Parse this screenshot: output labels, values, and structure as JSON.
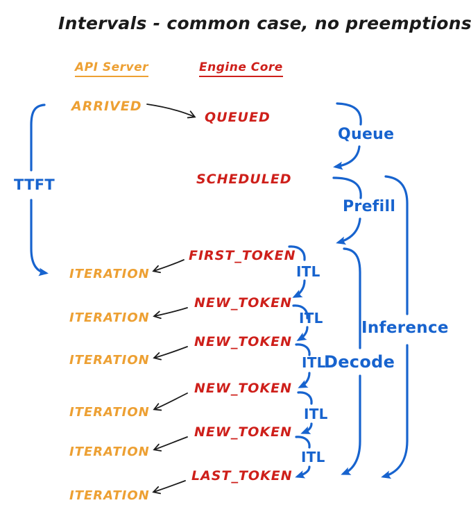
{
  "title": "Intervals - common case, no preemptions",
  "columns": {
    "api_server": "API Server",
    "engine_core": "Engine Core"
  },
  "timeline": {
    "arrived": "ARRIVED",
    "queued": "QUEUED",
    "scheduled": "SCHEDULED"
  },
  "token_rows": [
    {
      "engine_event": "FIRST_TOKEN",
      "api_event": "ITERATION",
      "interval": "ITL"
    },
    {
      "engine_event": "NEW_TOKEN",
      "api_event": "ITERATION",
      "interval": "ITL"
    },
    {
      "engine_event": "NEW_TOKEN",
      "api_event": "ITERATION",
      "interval": "ITL"
    },
    {
      "engine_event": "NEW_TOKEN",
      "api_event": "ITERATION",
      "interval": "ITL"
    },
    {
      "engine_event": "NEW_TOKEN",
      "api_event": "ITERATION",
      "interval": "ITL"
    },
    {
      "engine_event": "LAST_TOKEN",
      "api_event": "ITERATION"
    }
  ],
  "intervals": {
    "ttft": "TTFT",
    "queue": "Queue",
    "prefill": "Prefill",
    "decode": "Decode",
    "inference": "Inference"
  },
  "colors": {
    "api_server": "#EDA033",
    "engine_core": "#CE1F1A",
    "interval": "#1763CE",
    "title": "#1A1A1A",
    "background": "#FFFFFF"
  }
}
